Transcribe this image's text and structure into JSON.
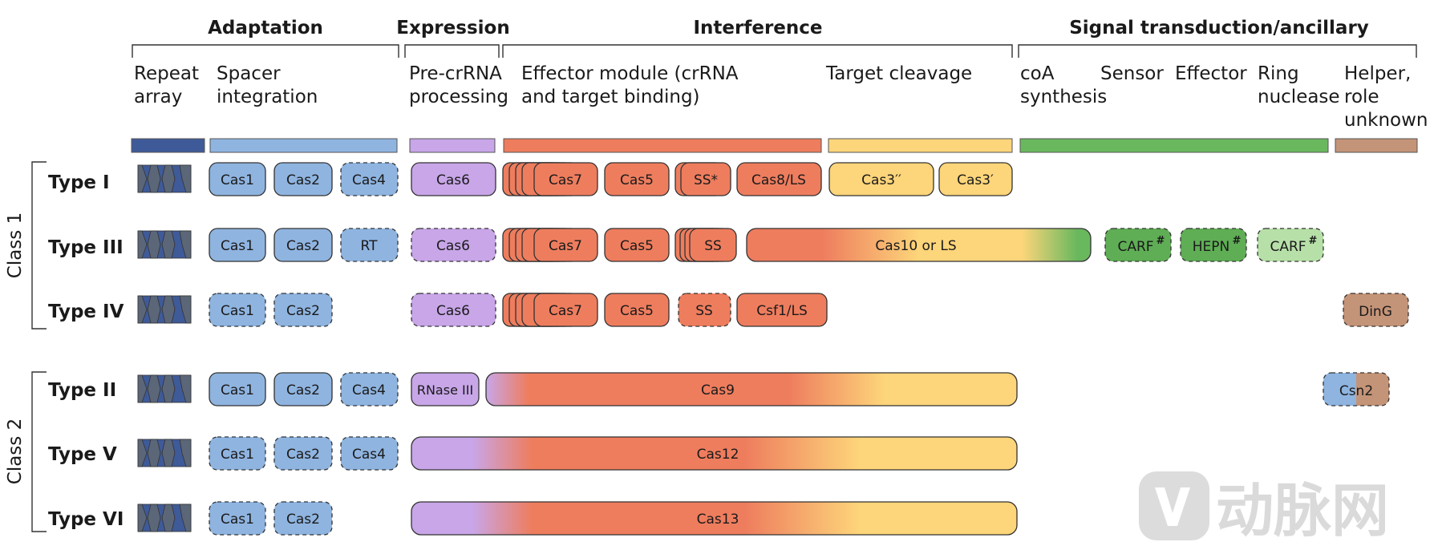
{
  "headers": {
    "adaptation": "Adaptation",
    "expression": "Expression",
    "interference": "Interference",
    "signal": "Signal transduction/ancillary"
  },
  "subheaders": {
    "repeat_array": [
      "Repeat",
      "array"
    ],
    "spacer_integration": [
      "Spacer",
      "integration"
    ],
    "pre_crrna": [
      "Pre-crRNA",
      "processing"
    ],
    "effector_module": [
      "Effector module (crRNA",
      "and target binding)"
    ],
    "target_cleavage": [
      "Target cleavage"
    ],
    "coa_synthesis": [
      "coA",
      "synthesis"
    ],
    "sensor": [
      "Sensor"
    ],
    "effector": [
      "Effector"
    ],
    "ring_nuclease": [
      "Ring",
      "nuclease"
    ],
    "helper": [
      "Helper,",
      "role",
      "unknown"
    ]
  },
  "classes": {
    "class1": "Class 1",
    "class2": "Class 2"
  },
  "types": {
    "type1": "Type I",
    "type3": "Type III",
    "type4": "Type IV",
    "type2": "Type II",
    "type5": "Type V",
    "type6": "Type VI"
  },
  "proteins": {
    "type1": {
      "cas1": "Cas1",
      "cas2": "Cas2",
      "cas4": "Cas4",
      "cas6": "Cas6",
      "cas7": "Cas7",
      "cas5": "Cas5",
      "ss": "SS*",
      "cas8": "Cas8/LS",
      "cas3pp": "Cas3′′",
      "cas3p": "Cas3′"
    },
    "type3": {
      "cas1": "Cas1",
      "cas2": "Cas2",
      "rt": "RT",
      "cas6": "Cas6",
      "cas7": "Cas7",
      "cas5": "Cas5",
      "ss": "SS",
      "cas10": "Cas10 or LS",
      "carf": "CARF",
      "hepn": "HEPN",
      "carf2": "CARF",
      "mark": "#"
    },
    "type4": {
      "cas1": "Cas1",
      "cas2": "Cas2",
      "cas6": "Cas6",
      "cas7": "Cas7",
      "cas5": "Cas5",
      "ss": "SS",
      "csf1": "Csf1/LS",
      "ding": "DinG"
    },
    "type2": {
      "cas1": "Cas1",
      "cas2": "Cas2",
      "cas4": "Cas4",
      "rnase": "RNase III",
      "cas9": "Cas9",
      "csn2": "Csn2"
    },
    "type5": {
      "cas1": "Cas1",
      "cas2": "Cas2",
      "cas4": "Cas4",
      "cas12": "Cas12"
    },
    "type6": {
      "cas1": "Cas1",
      "cas2": "Cas2",
      "cas13": "Cas13"
    }
  },
  "watermark": "动脉网",
  "colors": {
    "repeat_bar": "#3f5a98",
    "adaptation": "#8fb4e0",
    "expression": "#c8a6e8",
    "interference": "#ee7d5e",
    "cleavage": "#fdd57a",
    "signal": "#6ab85e",
    "helper": "#c49478"
  }
}
